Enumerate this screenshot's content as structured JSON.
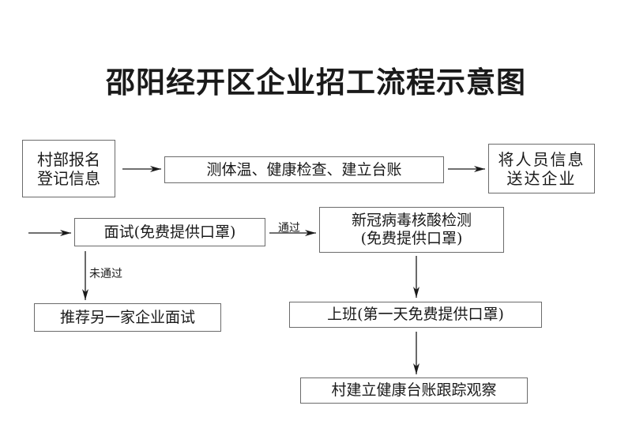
{
  "title": "邵阳经开区企业招工流程示意图",
  "steps": {
    "register": {
      "line1": "村部报名",
      "line2": "登记信息"
    },
    "health_check": "测体温、健康检查、建立台账",
    "send": {
      "line1": "将人员信息",
      "line2": "送达企业"
    },
    "interview": "面试(免费提供口罩)",
    "test": {
      "line1": "新冠病毒核酸检测",
      "line2": "(免费提供口罩)"
    },
    "recommend": "推荐另一家企业面试",
    "work": "上班(第一天免费提供口罩)",
    "tracking": "村建立健康台账跟踪观察"
  },
  "labels": {
    "pass": "通过",
    "fail": "未通过"
  }
}
